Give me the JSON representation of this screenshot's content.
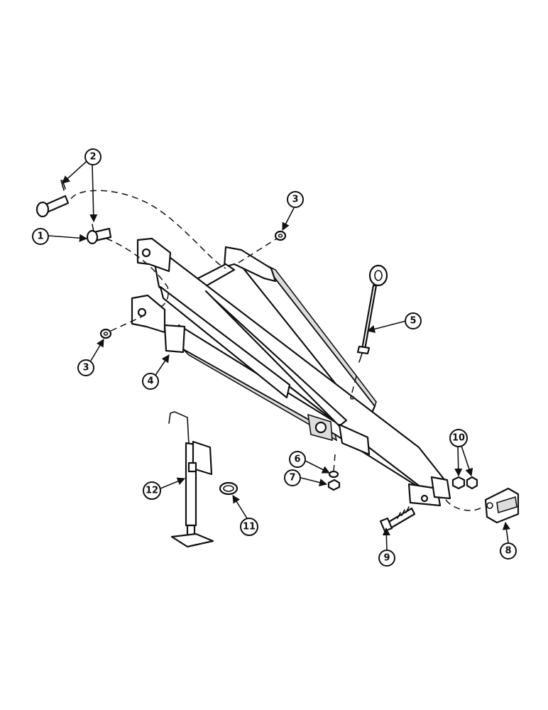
{
  "callouts": [
    {
      "id": "callout-1",
      "label": "1"
    },
    {
      "id": "callout-2",
      "label": "2"
    },
    {
      "id": "callout-3-top",
      "label": "3"
    },
    {
      "id": "callout-3-bottom",
      "label": "3"
    },
    {
      "id": "callout-4",
      "label": "4"
    },
    {
      "id": "callout-5",
      "label": "5"
    },
    {
      "id": "callout-6",
      "label": "6"
    },
    {
      "id": "callout-7",
      "label": "7"
    },
    {
      "id": "callout-8",
      "label": "8"
    },
    {
      "id": "callout-9",
      "label": "9"
    },
    {
      "id": "callout-10",
      "label": "10"
    },
    {
      "id": "callout-11",
      "label": "11"
    },
    {
      "id": "callout-12",
      "label": "12"
    }
  ]
}
